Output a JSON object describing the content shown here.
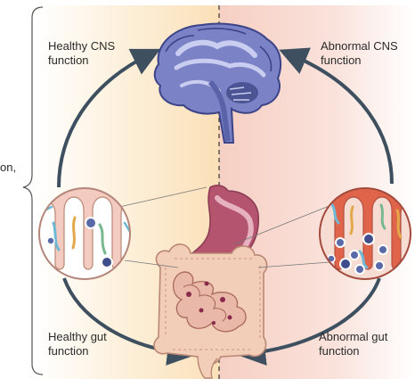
{
  "labels": {
    "side_text": "on,",
    "healthy_cns_line1": "Healthy CNS",
    "healthy_cns_line2": "function",
    "abnormal_cns_line1": "Abnormal CNS",
    "abnormal_cns_line2": "function",
    "healthy_gut_line1": "Healthy gut",
    "healthy_gut_line2": "function",
    "abnormal_gut_line1": "Abnormal gut",
    "abnormal_gut_line2": "function"
  },
  "colors": {
    "healthy_bg": "#fbe3bf",
    "abnormal_bg": "#f6d2c8",
    "brain": "#7a82c4",
    "brain_dark": "#4c5494",
    "arrow": "#3e5060",
    "stomach": "#b5546e",
    "intestine": "#f2cdb8",
    "villi_healthy_bg": "#f3c9bf",
    "villi_abnormal_bg": "#e0644a"
  },
  "icons": [
    "brain-icon",
    "stomach-icon",
    "intestine-icon",
    "healthy-villi-icon",
    "abnormal-villi-icon"
  ]
}
